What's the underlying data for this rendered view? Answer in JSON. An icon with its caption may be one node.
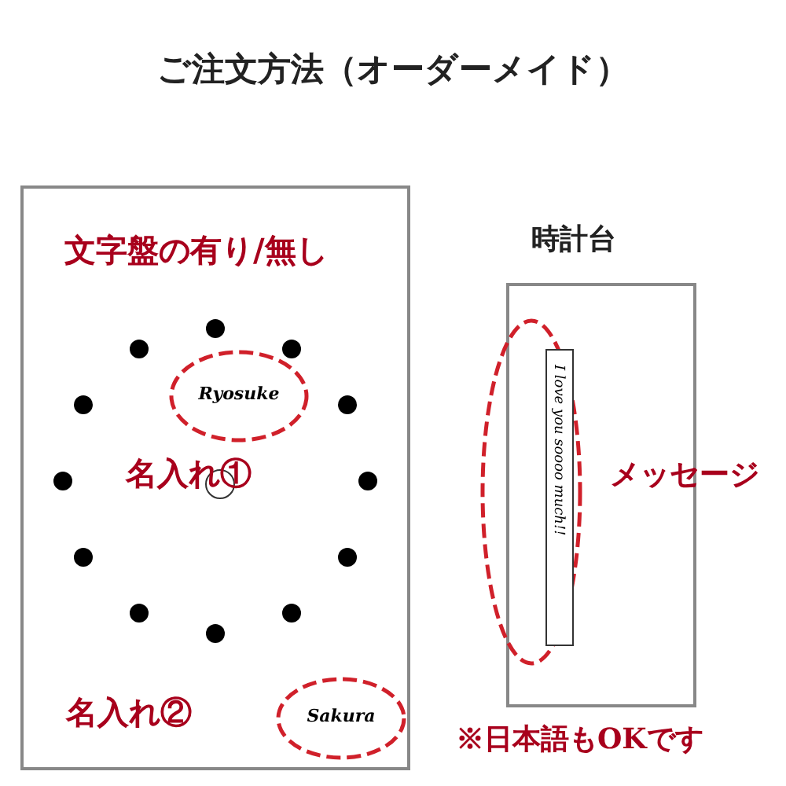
{
  "diagram": {
    "title": "ご注文方法（オーダーメイド）",
    "nodes": [
      {
        "text": [
          "文字盤の有り/無し"
        ]
      },
      {
        "text": [
          "Ryosuke"
        ],
        "in": 0
      },
      {
        "text": [
          "Sakura"
        ],
        "in": 0
      },
      {
        "text": [
          "時計台"
        ]
      },
      {
        "text": [
          "I love you soooo much!!"
        ]
      }
    ],
    "labels": [
      "名入れ①",
      "名入れ②",
      "メッセージ",
      "※日本語もOKです"
    ]
  }
}
